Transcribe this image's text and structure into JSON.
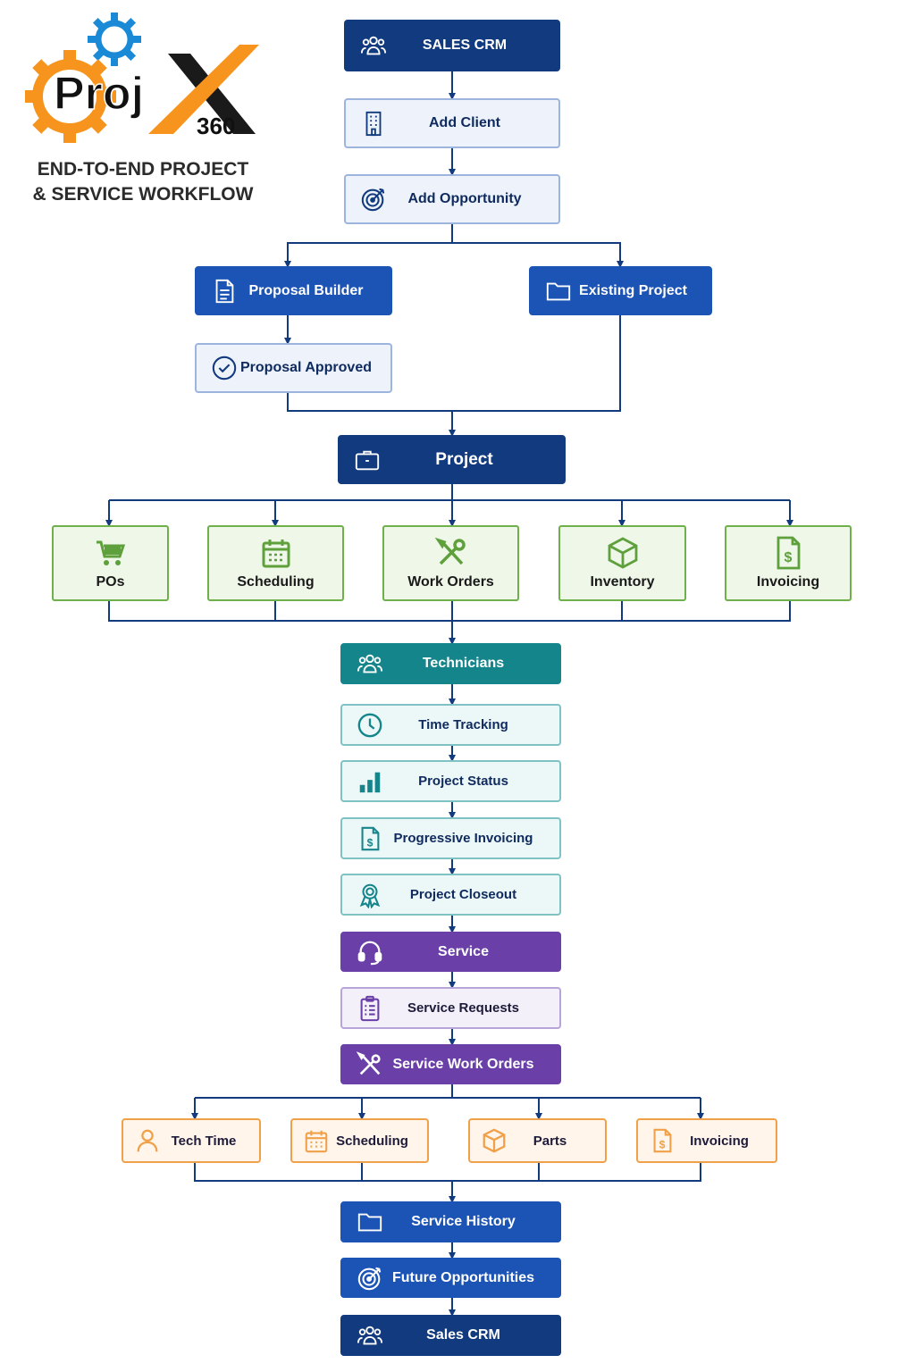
{
  "logo": {
    "brand_text": "Proj",
    "brand_suffix": "360",
    "accent_color": "#f7941d",
    "gear_color": "#1b8ad6"
  },
  "tagline": {
    "line1": "END-TO-END PROJECT",
    "line2": "& SERVICE WORKFLOW"
  },
  "colors": {
    "navy": "#123a7e",
    "blue": "#1c54b5",
    "teal": "#15858c",
    "purple": "#6a40a8",
    "green": "#6eb04a",
    "orange": "#f0a048"
  },
  "sales": {
    "crm": {
      "label": "SALES CRM",
      "icon": "users-icon"
    },
    "add_client": {
      "label": "Add Client",
      "icon": "building-icon"
    },
    "add_opportunity": {
      "label": "Add Opportunity",
      "icon": "target-icon"
    }
  },
  "branches": {
    "proposal_builder": {
      "label": "Proposal Builder",
      "icon": "document-icon"
    },
    "proposal_approved": {
      "label": "Proposal Approved",
      "icon": "check-circle-icon"
    },
    "existing_project": {
      "label": "Existing Project",
      "icon": "folder-icon"
    }
  },
  "project": {
    "label": "Project",
    "icon": "briefcase-icon"
  },
  "modules": [
    {
      "label": "POs",
      "icon": "cart-icon"
    },
    {
      "label": "Scheduling",
      "icon": "calendar-icon"
    },
    {
      "label": "Work Orders",
      "icon": "tools-icon"
    },
    {
      "label": "Inventory",
      "icon": "box-icon"
    },
    {
      "label": "Invoicing",
      "icon": "invoice-icon"
    }
  ],
  "execution": [
    {
      "label": "Technicians",
      "icon": "users-icon"
    },
    {
      "label": "Time Tracking",
      "icon": "clock-icon"
    },
    {
      "label": "Project Status",
      "icon": "bar-chart-icon"
    },
    {
      "label": "Progressive Invoicing",
      "icon": "invoice-icon"
    },
    {
      "label": "Project Closeout",
      "icon": "award-icon"
    }
  ],
  "service": [
    {
      "label": "Service",
      "icon": "headset-icon"
    },
    {
      "label": "Service Requests",
      "icon": "clipboard-icon"
    },
    {
      "label": "Service Work Orders",
      "icon": "tools-icon"
    }
  ],
  "service_modules": [
    {
      "label": "Tech Time",
      "icon": "person-icon"
    },
    {
      "label": "Scheduling",
      "icon": "calendar-icon"
    },
    {
      "label": "Parts",
      "icon": "box-icon"
    },
    {
      "label": "Invoicing",
      "icon": "invoice-icon"
    }
  ],
  "closing": [
    {
      "label": "Service History",
      "icon": "folder-icon"
    },
    {
      "label": "Future Opportunities",
      "icon": "target-icon"
    },
    {
      "label": "Sales CRM",
      "icon": "users-icon"
    }
  ]
}
